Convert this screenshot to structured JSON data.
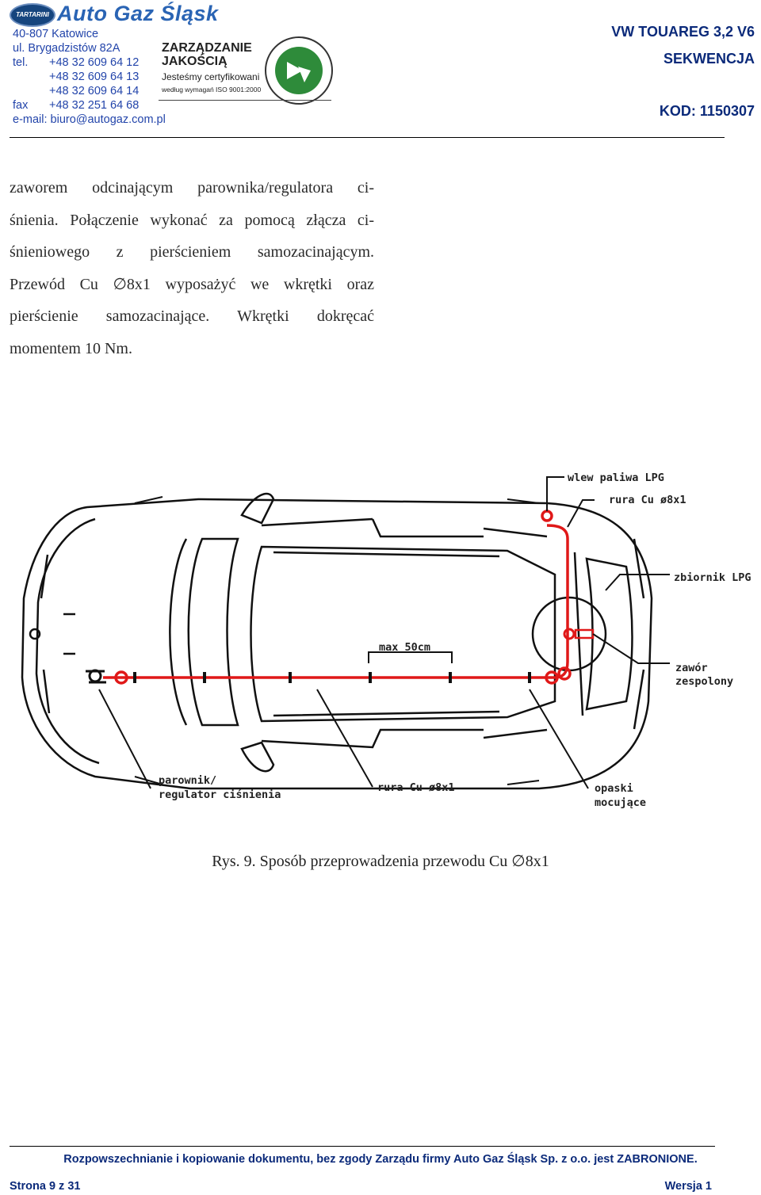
{
  "header": {
    "logo_text": "TARTARINI",
    "brand": "Auto Gaz Śląsk",
    "address_lines": [
      {
        "label": "",
        "value": "40-807 Katowice"
      },
      {
        "label": "",
        "value": "ul. Brygadzistów 82A"
      },
      {
        "label": "tel.",
        "value": "+48 32 609 64 12"
      },
      {
        "label": "",
        "value": "+48 32 609 64 13"
      },
      {
        "label": "",
        "value": "+48 32 609 64 14"
      },
      {
        "label": "fax",
        "value": "+48 32 251 64 68"
      },
      {
        "label": "",
        "value": "e-mail: biuro@autogaz.com.pl"
      }
    ],
    "quality_title_1": "ZARZĄDZANIE",
    "quality_title_2": "JAKOŚCIĄ",
    "quality_sub": "Jesteśmy certyfikowani",
    "quality_sub2": "według wymagań ISO 9001:2000",
    "model": "VW TOUAREG 3,2 V6",
    "type": "SEKWENCJA",
    "code": "KOD: 1150307"
  },
  "body": {
    "lines": [
      "zaworem odcinającym parownika/regulatora ci-",
      "śnienia. Połączenie wykonać za pomocą złącza ci-",
      "śnieniowego z pierścieniem samozacinającym.",
      "Przewód Cu ∅8x1 wyposażyć we wkrętki oraz",
      "pierścienie samozacinające. Wkrętki dokręcać",
      "momentem 10 Nm."
    ]
  },
  "diagram": {
    "labels": {
      "filler": "wlew paliwa LPG",
      "pipe_top": "rura Cu ø8x1",
      "tank": "zbiornik LPG",
      "valve_1": "zawór",
      "valve_2": "zespolony",
      "max": "max 50cm",
      "reducer_1": "parownik/",
      "reducer_2": "regulator ciśnienia",
      "pipe_bottom": "rura Cu ø8x1",
      "clips_1": "opaski",
      "clips_2": "mocujące"
    },
    "colors": {
      "pipe": "#e01818",
      "line": "#111111"
    }
  },
  "caption": "Rys. 9. Sposób przeprowadzenia przewodu Cu ∅8x1",
  "footer": {
    "notice": "Rozpowszechnianie i kopiowanie dokumentu, bez zgody Zarządu firmy Auto Gaz Śląsk Sp. z o.o. jest ZABRONIONE.",
    "page": "Strona 9 z 31",
    "version": "Wersja 1"
  }
}
